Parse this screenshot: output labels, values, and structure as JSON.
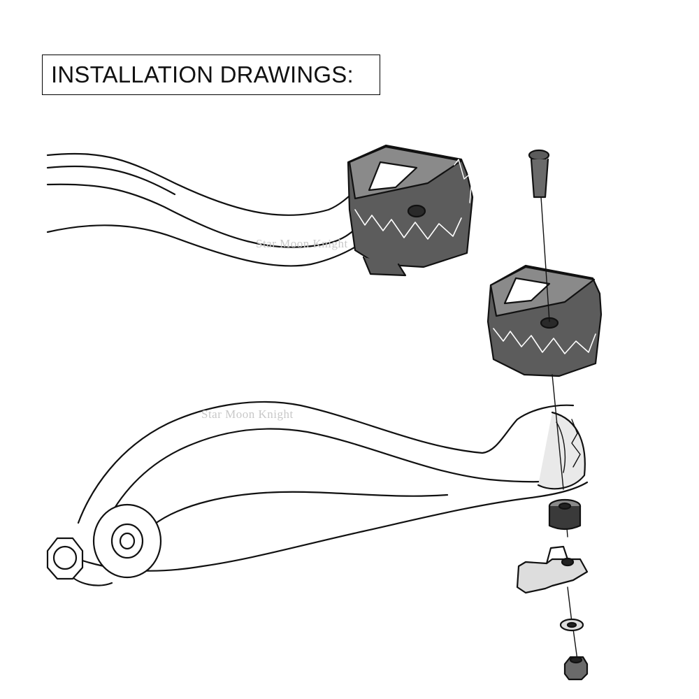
{
  "title": "INSTALLATION DRAWINGS:",
  "watermarks": [
    "Star Moon Knight",
    "Star Moon Knight"
  ],
  "colors": {
    "line": "#111111",
    "metal": "#5c5c5c",
    "metal_light": "#8a8a8a",
    "background": "#ffffff"
  },
  "parts": [
    "brake-pedal-lever",
    "pedal-tip-cap",
    "bolt",
    "spacer",
    "bracket",
    "washer",
    "nut"
  ]
}
